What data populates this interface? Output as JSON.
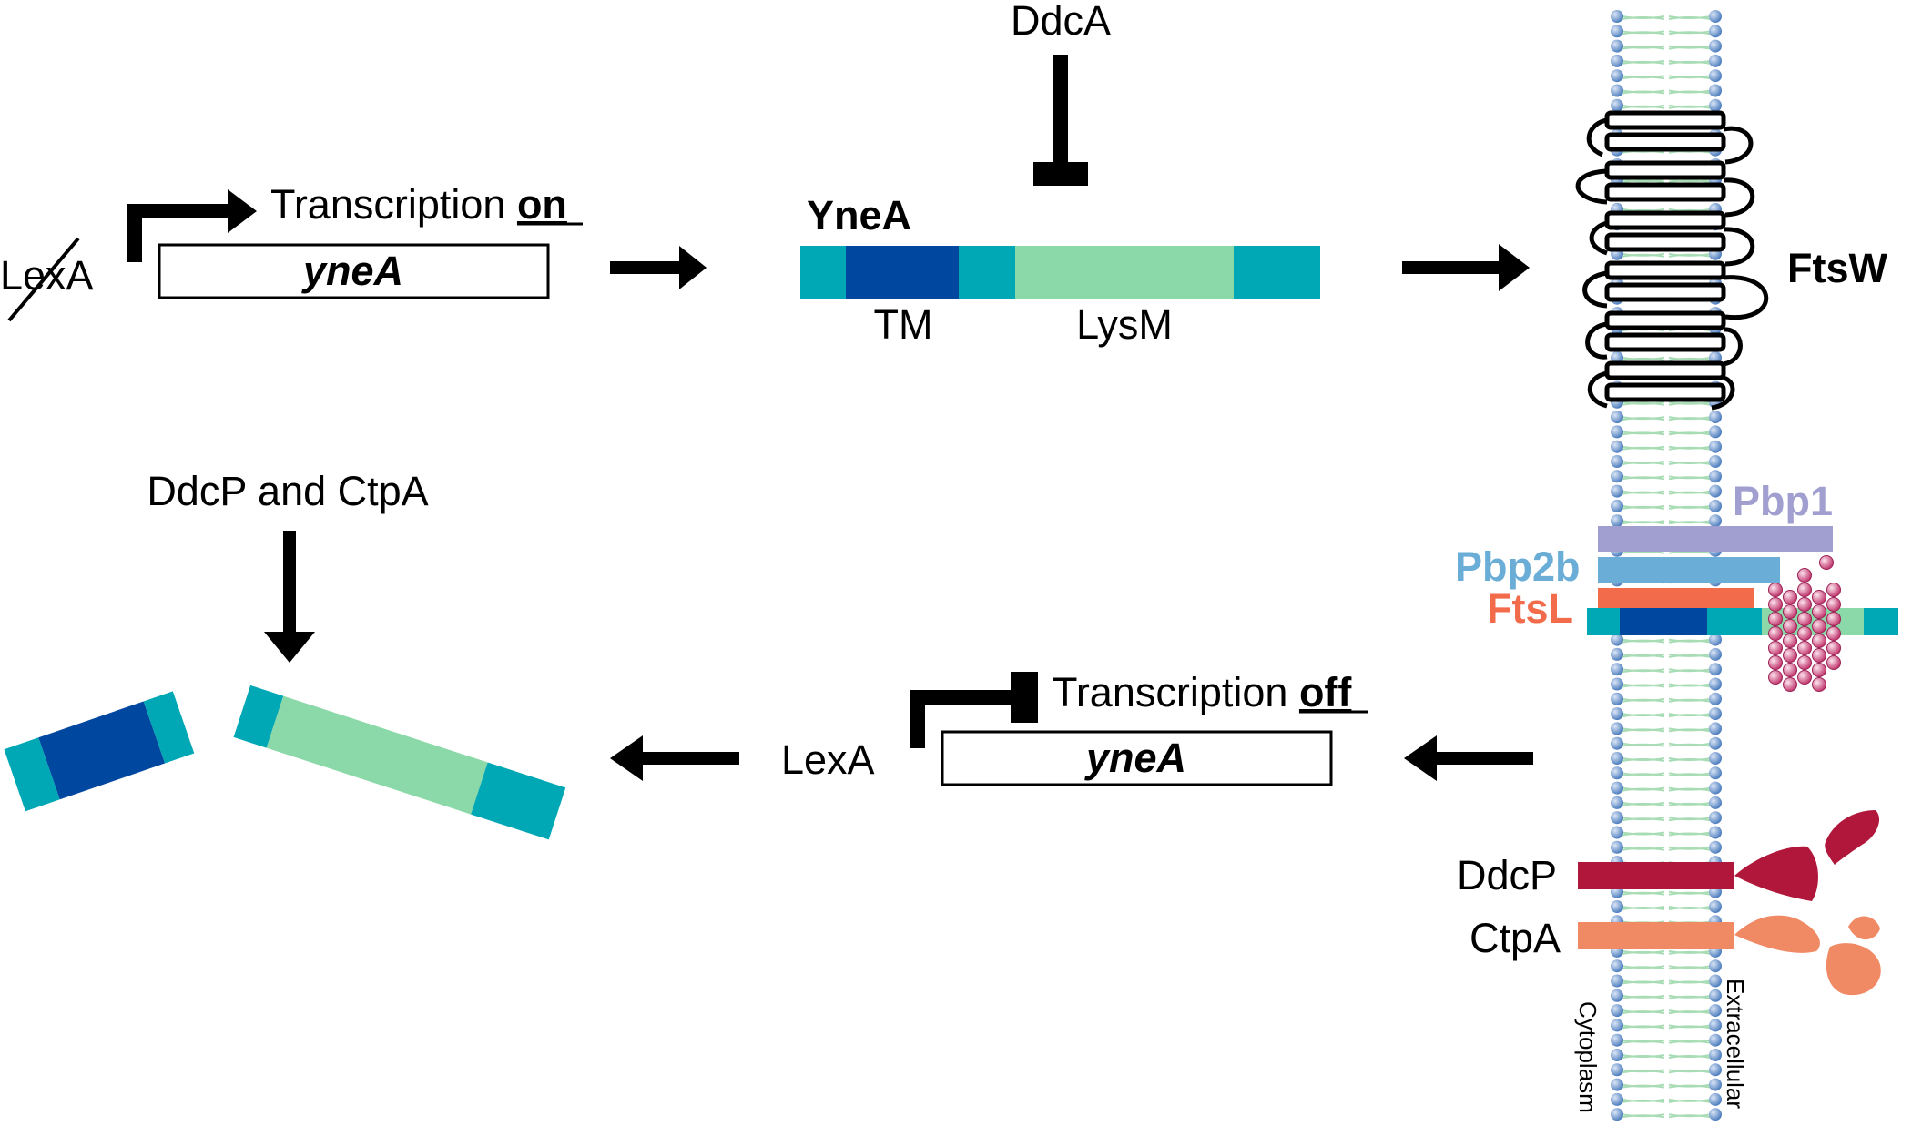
{
  "labels": {
    "ddca": "DdcA",
    "lexa_top": "LexA",
    "transcription_on_prefix": "Transcription ",
    "transcription_on_word": "on",
    "yneA_gene_top": "yneA",
    "yneA_protein": "YneA",
    "tm": "TM",
    "lysm": "LysM",
    "ftsw": "FtsW",
    "ddcp_and_ctpa": "DdcP and CtpA",
    "pbp1": "Pbp1",
    "pbp2b": "Pbp2b",
    "ftsl": "FtsL",
    "transcription_off_prefix": "Transcription ",
    "transcription_off_word": "off",
    "lexa_bottom": "LexA",
    "yneA_gene_bottom": "yneA",
    "ddcp": "DdcP",
    "ctpa": "CtpA",
    "cytoplasm": "Cytoplasm",
    "extracellular": "Extracellular"
  },
  "colors": {
    "teal": "#00a8b5",
    "navy": "#0047a0",
    "mint": "#8bd8a8",
    "lavender": "#a09fcf",
    "sky_blue": "#6aaed8",
    "coral": "#f26b4b",
    "crimson": "#b0173a",
    "salmon": "#f08a65",
    "lipid_head": "#5b87c6",
    "lipid_tail": "#a8dcb4",
    "peptidoglycan": "#e07aa0"
  }
}
